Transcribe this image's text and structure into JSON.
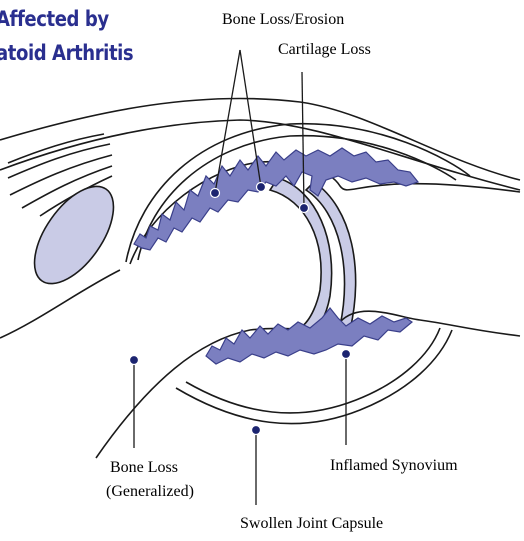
{
  "title": {
    "line1": "Affected by",
    "line2": "atoid Arthritis"
  },
  "labels": {
    "bone_loss_erosion": "Bone Loss/Erosion",
    "cartilage_loss": "Cartilage Loss",
    "bone_loss_generalized_line1": "Bone Loss",
    "bone_loss_generalized_line2": "(Generalized)",
    "inflamed_synovium": "Inflamed Synovium",
    "swollen_joint_capsule": "Swollen Joint Capsule"
  },
  "colors": {
    "title": "#2a2f8f",
    "synovium_fill": "#7b7fc0",
    "synovium_stroke": "#3a3f8a",
    "cartilage_fill": "#c9cbe6",
    "tendon_fill": "#c9cbe6",
    "marker": "#1c2470",
    "outline": "#1a1a1a"
  }
}
